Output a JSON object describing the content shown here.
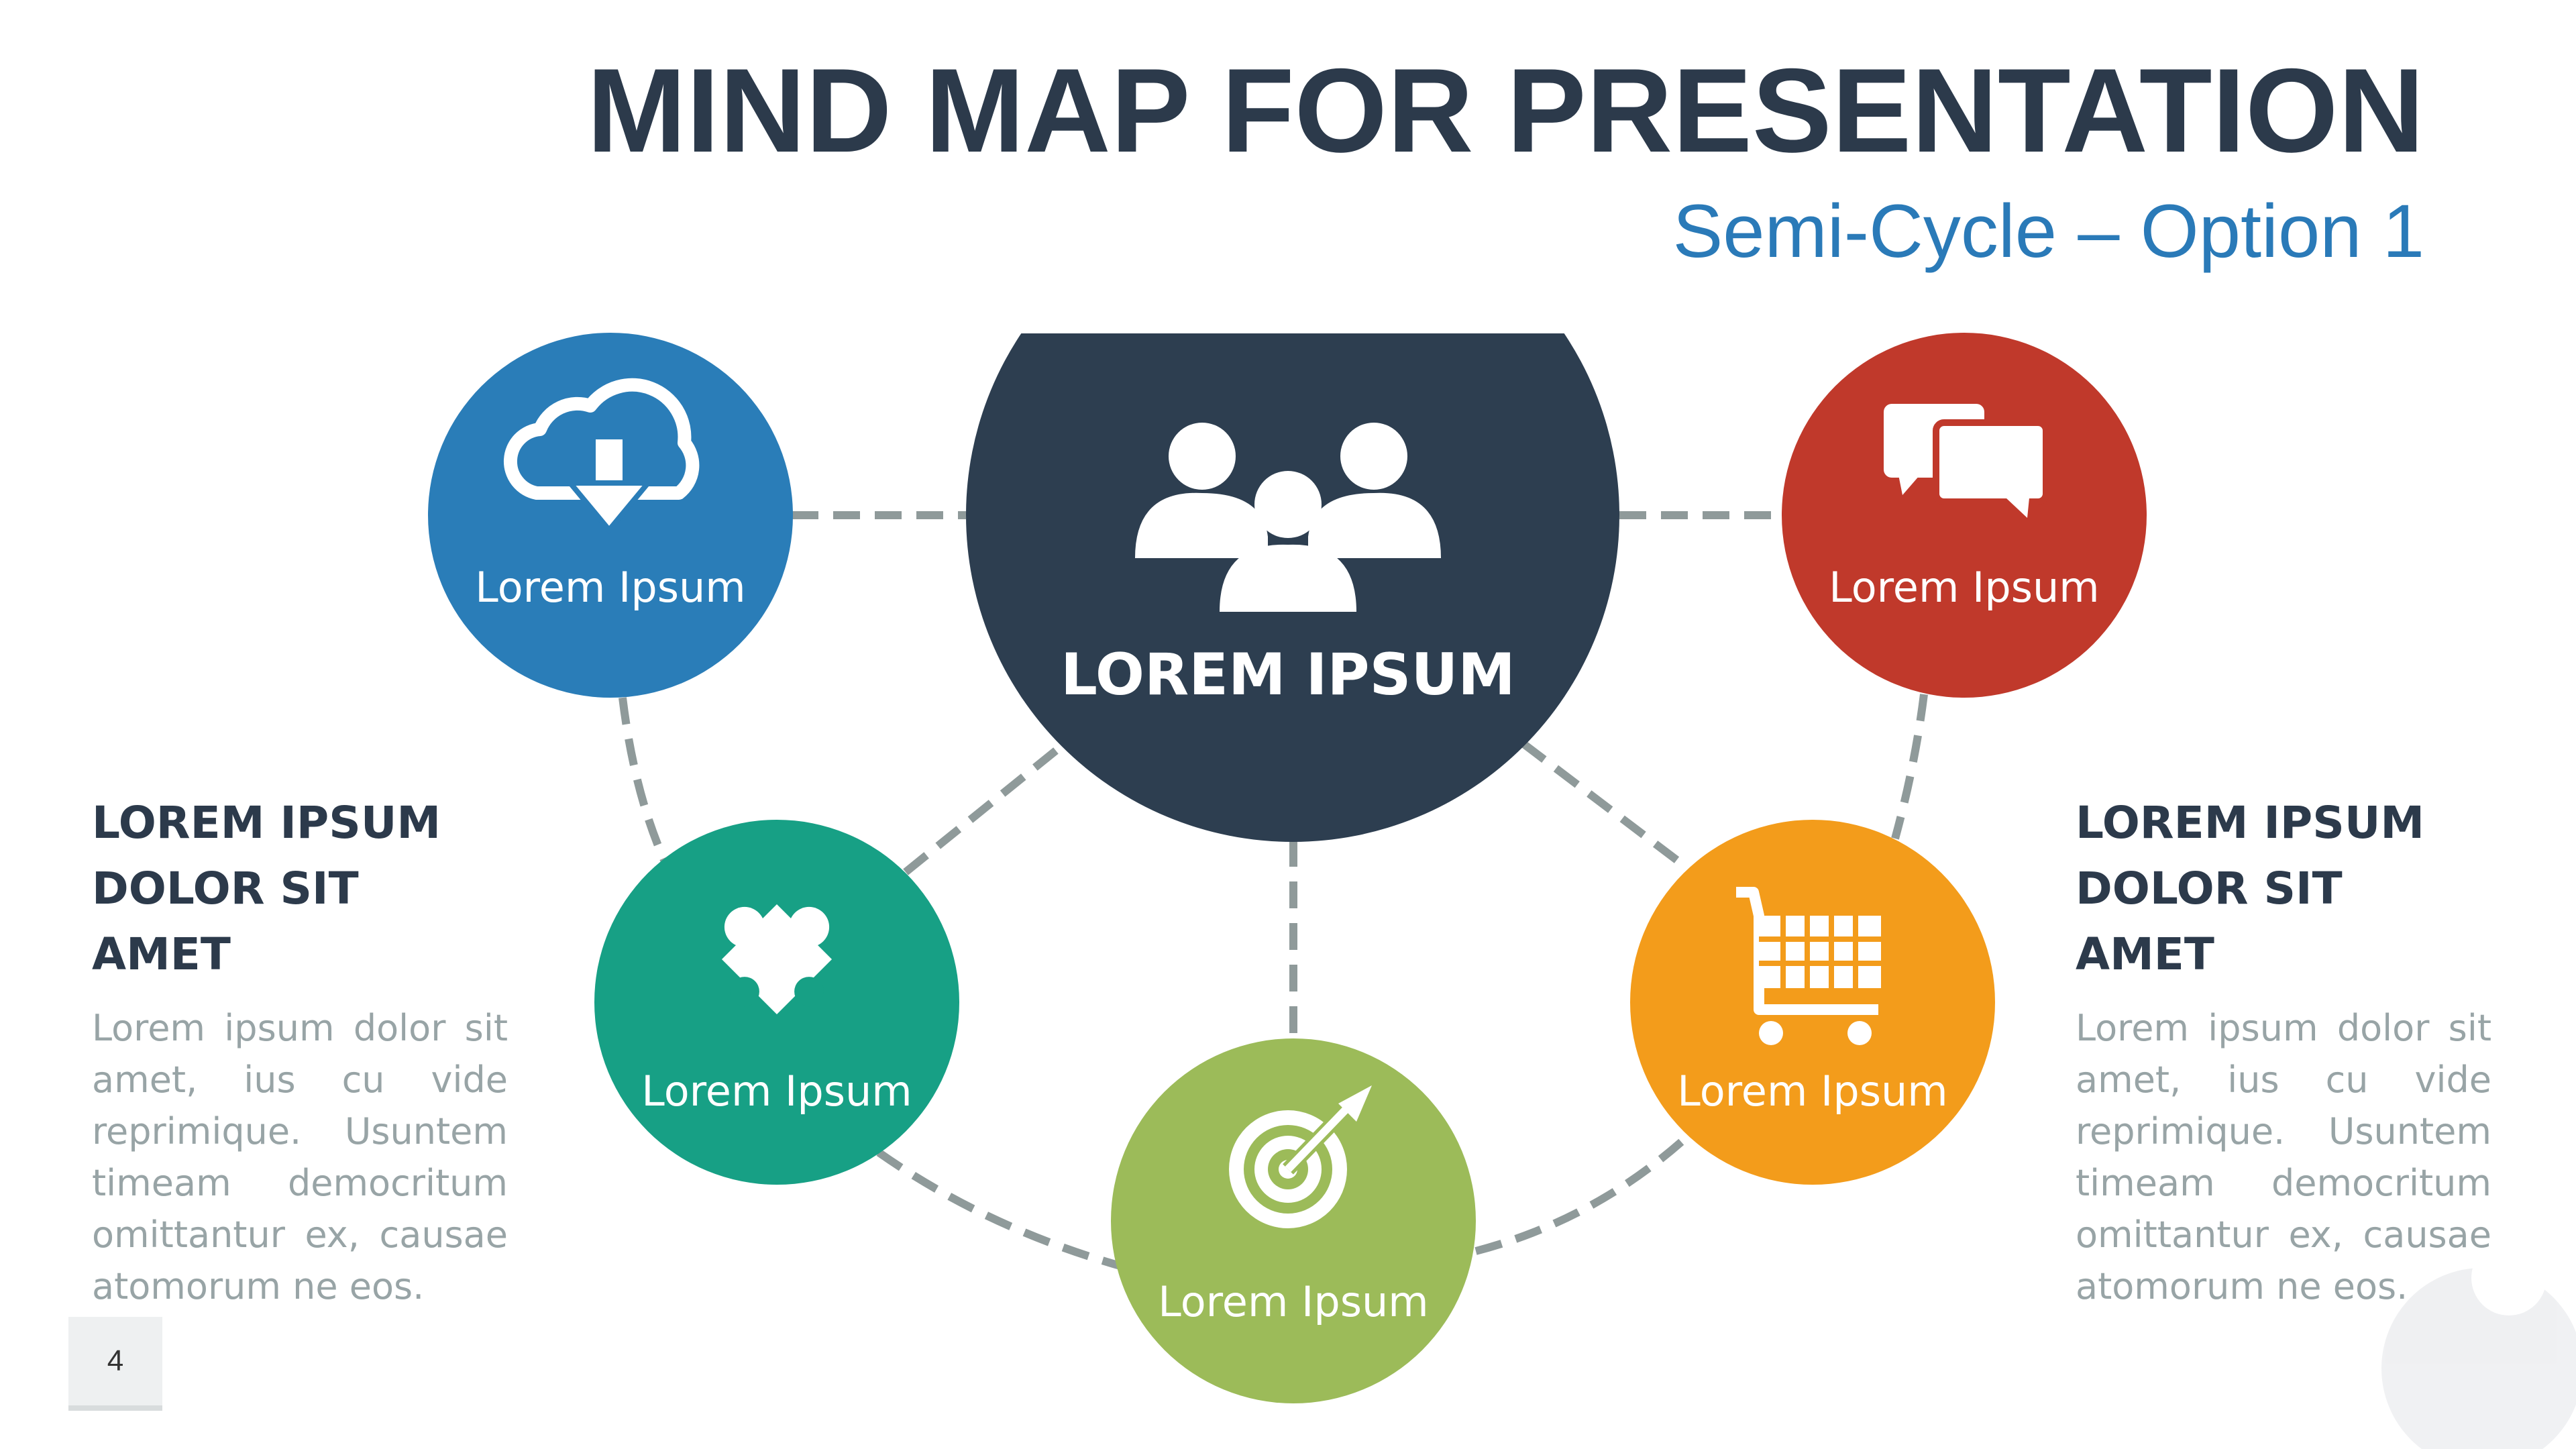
{
  "title": "MIND MAP FOR PRESENTATION",
  "subtitle": "Semi-Cycle – Option 1",
  "center": {
    "label": "LOREM IPSUM",
    "icon": "people-group-icon",
    "color": "#2d3e50"
  },
  "nodes": [
    {
      "label": "Lorem Ipsum",
      "icon": "cloud-download-icon",
      "color": "#2a7db8"
    },
    {
      "label": "Lorem Ipsum",
      "icon": "puzzle-piece-icon",
      "color": "#17a085"
    },
    {
      "label": "Lorem Ipsum",
      "icon": "target-icon",
      "color": "#9cbb59"
    },
    {
      "label": "Lorem Ipsum",
      "icon": "shopping-cart-icon",
      "color": "#f39c1b"
    },
    {
      "label": "Lorem Ipsum",
      "icon": "chat-bubbles-icon",
      "color": "#c0392b"
    }
  ],
  "left_block": {
    "heading_line1": "LOREM IPSUM",
    "heading_line2": "DOLOR SIT AMET",
    "body": "Lorem ipsum dolor sit amet, ius cu vide reprimique. Usuntem timeam democritum omittantur ex, causae atomorum ne eos."
  },
  "right_block": {
    "heading_line1": "LOREM IPSUM",
    "heading_line2": "DOLOR SIT AMET",
    "body": "Lorem ipsum dolor sit amet, ius cu vide reprimique. Usuntem timeam democritum omittantur ex, causae atomorum ne eos."
  },
  "page_number": "4",
  "connector_color": "#8f9a9a"
}
